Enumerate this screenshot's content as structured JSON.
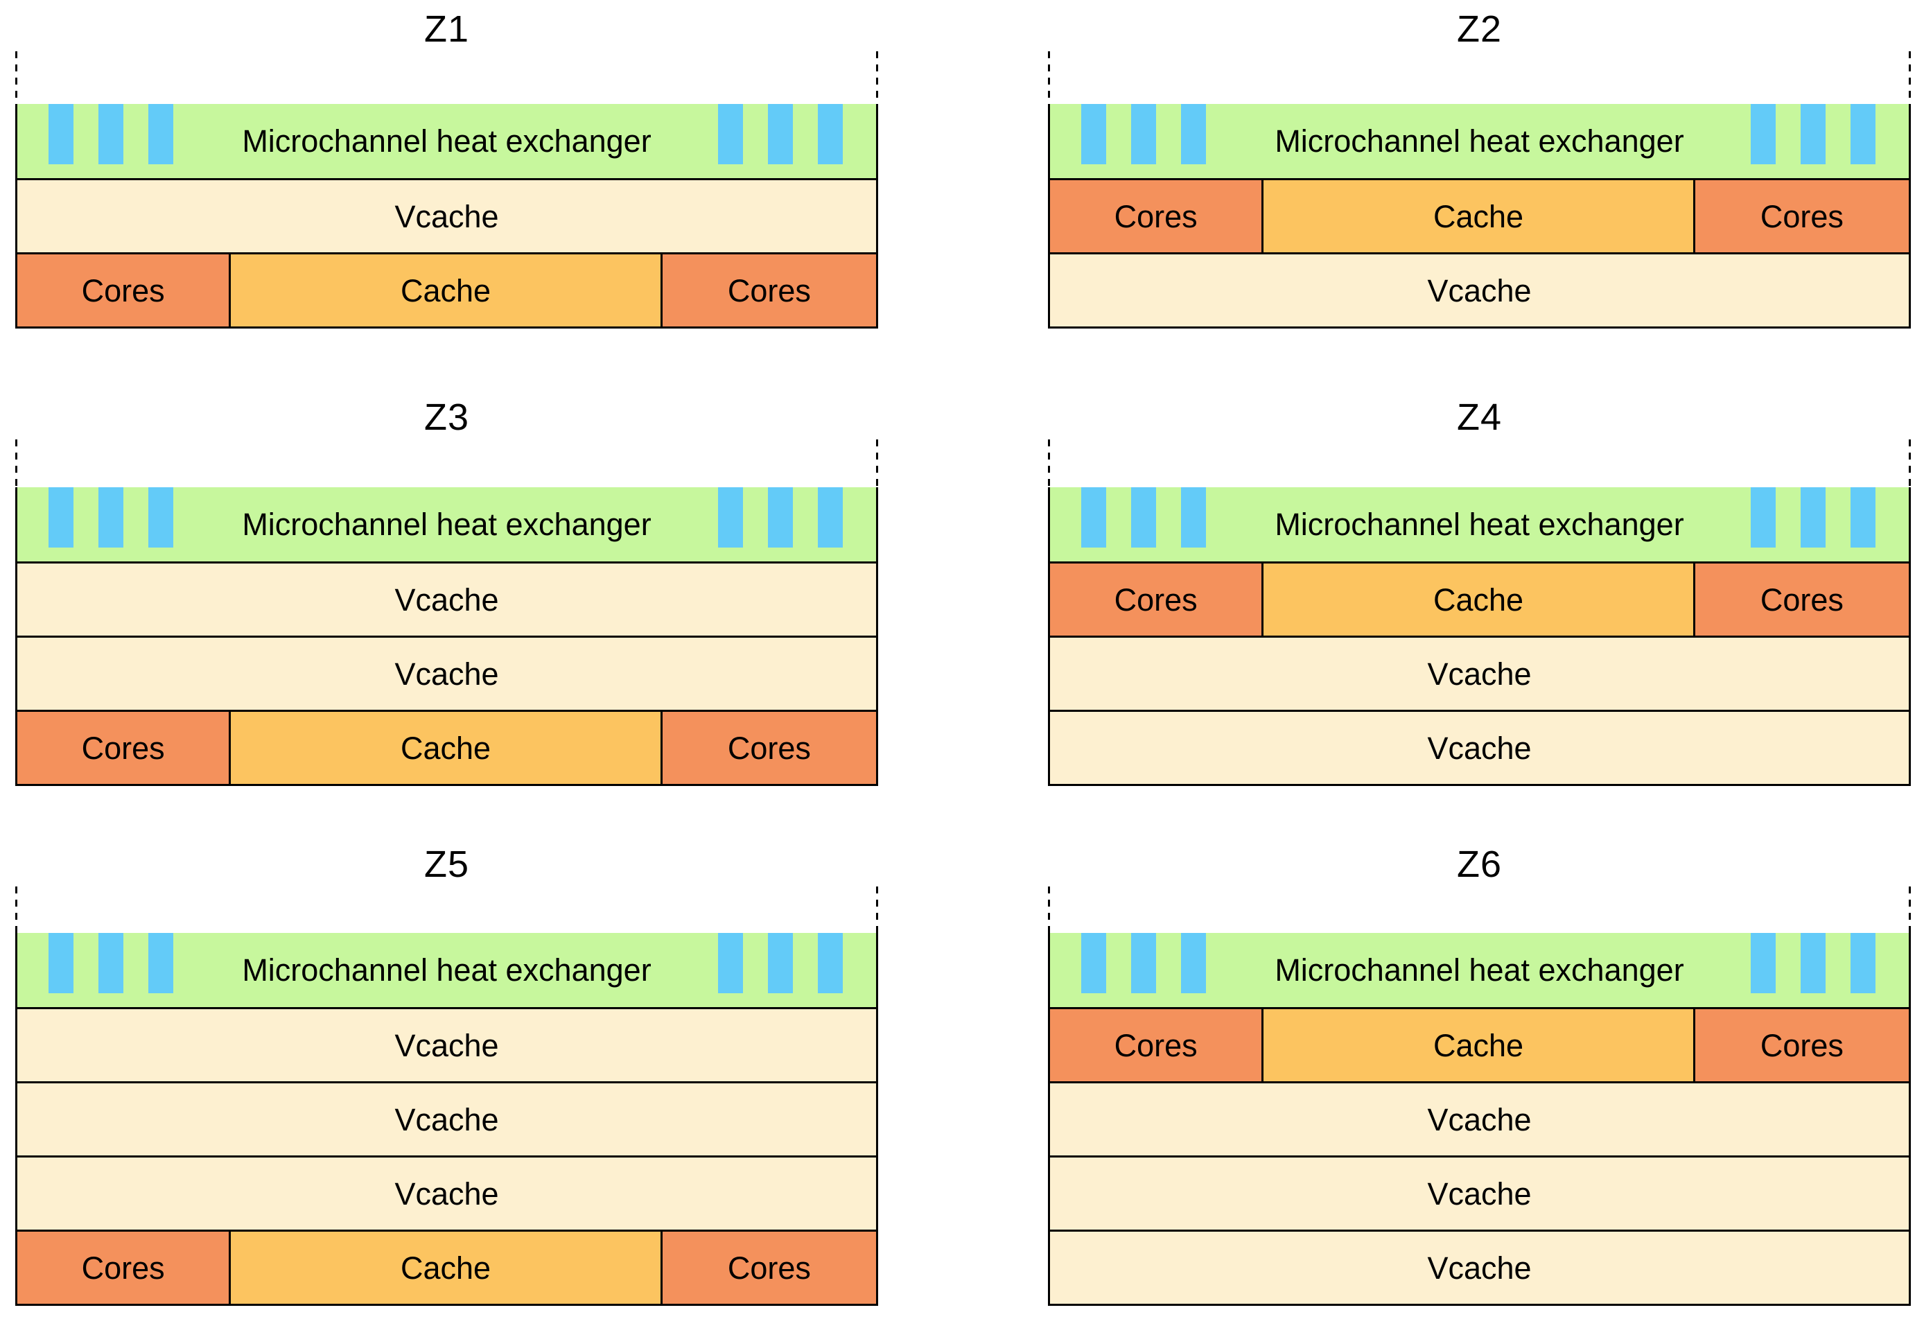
{
  "colors": {
    "bg": "#ffffff",
    "outline": "#000000",
    "mhe-green": "#c7f79d",
    "channel-blue": "#63cbf8",
    "cores-orange": "#f4915c",
    "cache-amber": "#fcc460",
    "vcache-cream": "#fdf0d0"
  },
  "panels": [
    {
      "title": "Z1",
      "layers": [
        {
          "type": "mhe",
          "label": "Microchannel heat exchanger"
        },
        {
          "type": "vcache",
          "label": "Vcache"
        },
        {
          "type": "cores",
          "segments": [
            "Cores",
            "Cache",
            "Cores"
          ]
        }
      ]
    },
    {
      "title": "Z2",
      "layers": [
        {
          "type": "mhe",
          "label": "Microchannel heat exchanger"
        },
        {
          "type": "cores",
          "segments": [
            "Cores",
            "Cache",
            "Cores"
          ]
        },
        {
          "type": "vcache",
          "label": "Vcache"
        }
      ]
    },
    {
      "title": "Z3",
      "layers": [
        {
          "type": "mhe",
          "label": "Microchannel heat exchanger"
        },
        {
          "type": "vcache",
          "label": "Vcache"
        },
        {
          "type": "vcache",
          "label": "Vcache"
        },
        {
          "type": "cores",
          "segments": [
            "Cores",
            "Cache",
            "Cores"
          ]
        }
      ]
    },
    {
      "title": "Z4",
      "layers": [
        {
          "type": "mhe",
          "label": "Microchannel heat exchanger"
        },
        {
          "type": "cores",
          "segments": [
            "Cores",
            "Cache",
            "Cores"
          ]
        },
        {
          "type": "vcache",
          "label": "Vcache"
        },
        {
          "type": "vcache",
          "label": "Vcache"
        }
      ]
    },
    {
      "title": "Z5",
      "layers": [
        {
          "type": "mhe",
          "label": "Microchannel heat exchanger"
        },
        {
          "type": "vcache",
          "label": "Vcache"
        },
        {
          "type": "vcache",
          "label": "Vcache"
        },
        {
          "type": "vcache",
          "label": "Vcache"
        },
        {
          "type": "cores",
          "segments": [
            "Cores",
            "Cache",
            "Cores"
          ]
        }
      ]
    },
    {
      "title": "Z6",
      "layers": [
        {
          "type": "mhe",
          "label": "Microchannel heat exchanger"
        },
        {
          "type": "cores",
          "segments": [
            "Cores",
            "Cache",
            "Cores"
          ]
        },
        {
          "type": "vcache",
          "label": "Vcache"
        },
        {
          "type": "vcache",
          "label": "Vcache"
        },
        {
          "type": "vcache",
          "label": "Vcache"
        }
      ]
    }
  ]
}
